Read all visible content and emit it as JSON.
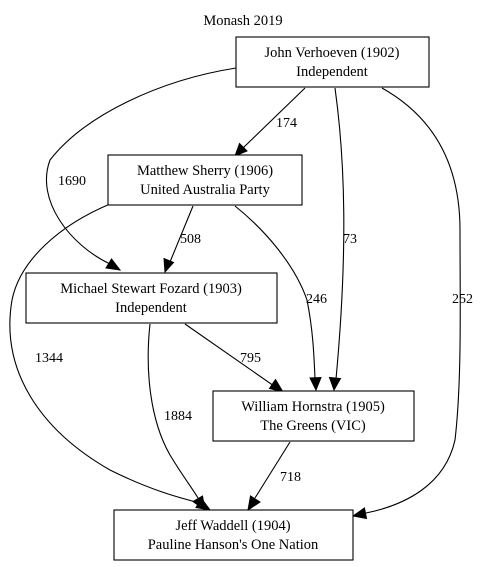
{
  "title": "Monash 2019",
  "nodes": {
    "verhoeven": {
      "name": "John Verhoeven (1902)",
      "party": "Independent"
    },
    "sherry": {
      "name": "Matthew Sherry (1906)",
      "party": "United Australia Party"
    },
    "fozard": {
      "name": "Michael Stewart Fozard (1903)",
      "party": "Independent"
    },
    "hornstra": {
      "name": "William Hornstra (1905)",
      "party": "The Greens (VIC)"
    },
    "waddell": {
      "name": "Jeff Waddell (1904)",
      "party": "Pauline Hanson's One Nation"
    }
  },
  "edges": [
    {
      "from": "verhoeven",
      "to": "sherry",
      "votes": "174"
    },
    {
      "from": "verhoeven",
      "to": "fozard",
      "votes": "1690"
    },
    {
      "from": "verhoeven",
      "to": "hornstra",
      "votes": "73"
    },
    {
      "from": "verhoeven",
      "to": "waddell",
      "votes": "252"
    },
    {
      "from": "sherry",
      "to": "fozard",
      "votes": "508"
    },
    {
      "from": "sherry",
      "to": "hornstra",
      "votes": "246"
    },
    {
      "from": "sherry",
      "to": "waddell",
      "votes": "1344"
    },
    {
      "from": "fozard",
      "to": "hornstra",
      "votes": "795"
    },
    {
      "from": "fozard",
      "to": "waddell",
      "votes": "1884"
    },
    {
      "from": "hornstra",
      "to": "waddell",
      "votes": "718"
    }
  ]
}
